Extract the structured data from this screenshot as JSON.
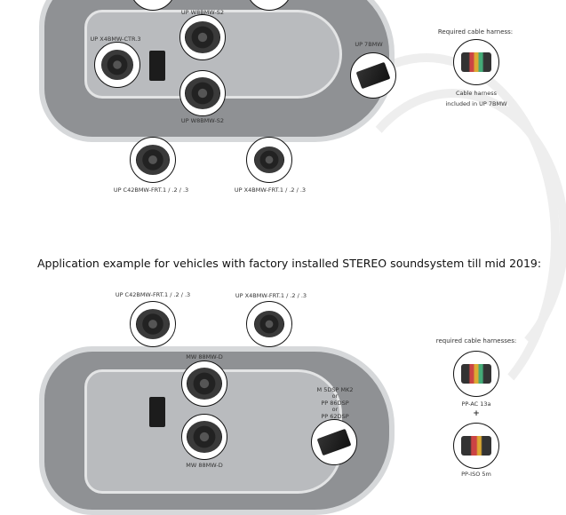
{
  "stereo_section_heading": "Application example for vehicles with factory installed STEREO soundsystem till mid 2019:",
  "top_diagram": {
    "labels": {
      "woofer_top": "UP W8BMW-S2",
      "center": "UP X4BMW-CTR.3",
      "woofer_bottom": "UP W8BMW-S2",
      "amplifier": "UP 7BMW",
      "front_component": "UP C42BMW-FRT.1 / .2 / .3",
      "front_coax": "UP X4BMW-FRT.1 / .2 / .3"
    },
    "harness": {
      "heading": "Required cable harness:",
      "caption_line1": "Cable harness",
      "caption_line2": "included in UP 7BMW"
    }
  },
  "bottom_diagram": {
    "labels": {
      "front_component": "UP C42BMW-FRT.1 / .2 / .3",
      "front_coax": "UP X4BMW-FRT.1 / .2 / .3",
      "woofer_top": "MW 88MW-D",
      "woofer_bottom": "MW 88MW-D",
      "dsp_line1": "M 5DSP MK2",
      "dsp_or1": "or",
      "dsp_line2": "PP 86DSP",
      "dsp_or2": "or",
      "dsp_line3": "PP 62DSP"
    },
    "harness": {
      "heading": "required cable harnesses:",
      "item1": "PP-AC 13a",
      "plus": "+",
      "item2": "PP-ISO 5m"
    }
  }
}
